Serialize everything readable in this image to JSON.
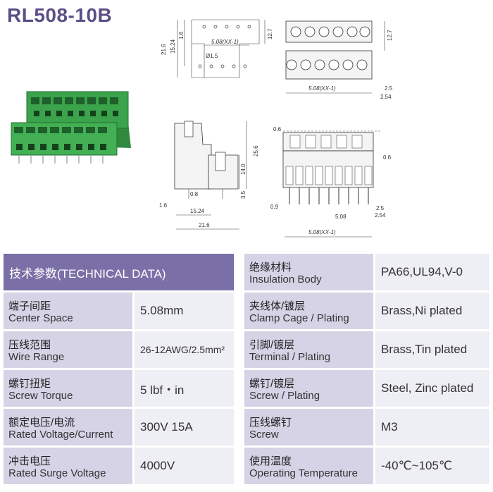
{
  "title": "RL508-10B",
  "dimensions": {
    "top_view": {
      "h_total": "21.6",
      "h_mid": "15.24",
      "h_small": "1.6",
      "pitch": "5.08(XX-1)",
      "hole": "Ø1.5",
      "height": "12.7"
    },
    "front_top": {
      "height": "12.7",
      "pitch": "5.08(XX-1)",
      "offset1": "2.5",
      "offset2": "2.54"
    },
    "side": {
      "h1": "25.6",
      "h2": "14.0",
      "h3": "3.5",
      "w1": "0.8",
      "w2": "1.6",
      "w3": "15.24",
      "w4": "21.6"
    },
    "front_bottom": {
      "a": "0.6",
      "b": "0.6",
      "c": "0.9",
      "pitch": "5.08",
      "offset1": "2.5",
      "offset2": "2.54",
      "total": "5.08(XX-1)"
    }
  },
  "specs": {
    "header": "技术参数(TECHNICAL DATA)",
    "left": [
      {
        "cn": "端子间距",
        "en": "Center Space",
        "value": "5.08mm"
      },
      {
        "cn": "压线范围",
        "en": "Wire Range",
        "value": "26-12AWG/2.5mm²"
      },
      {
        "cn": "螺钉扭矩",
        "en": "Screw Torque",
        "value": "5 lbf・in"
      },
      {
        "cn": "额定电压/电流",
        "en": "Rated Voltage/Current",
        "value": "300V 15A"
      },
      {
        "cn": "冲击电压",
        "en": "Rated Surge Voltage",
        "value": "4000V"
      }
    ],
    "right": [
      {
        "cn": "绝缘材料",
        "en": "Insulation Body",
        "value": "PA66,UL94,V-0"
      },
      {
        "cn": "夹线体/镀层",
        "en": "Clamp Cage / Plating",
        "value": "Brass,Ni plated"
      },
      {
        "cn": "引脚/镀层",
        "en": "Terminal / Plating",
        "value": "Brass,Tin plated"
      },
      {
        "cn": "螺钉/镀层",
        "en": "Screw / Plating",
        "value": "Steel, Zinc plated"
      },
      {
        "cn": "压线螺钉",
        "en": "Screw",
        "value": "M3"
      },
      {
        "cn": "使用温度",
        "en": "Operating Temperature",
        "value": "-40℃~105℃"
      }
    ]
  },
  "colors": {
    "header": "#7a6fa6",
    "label_bg": "#d6d3e6",
    "value_bg": "#eeeef5",
    "product_green": "#3a9a48",
    "title": "#5b4f86"
  }
}
